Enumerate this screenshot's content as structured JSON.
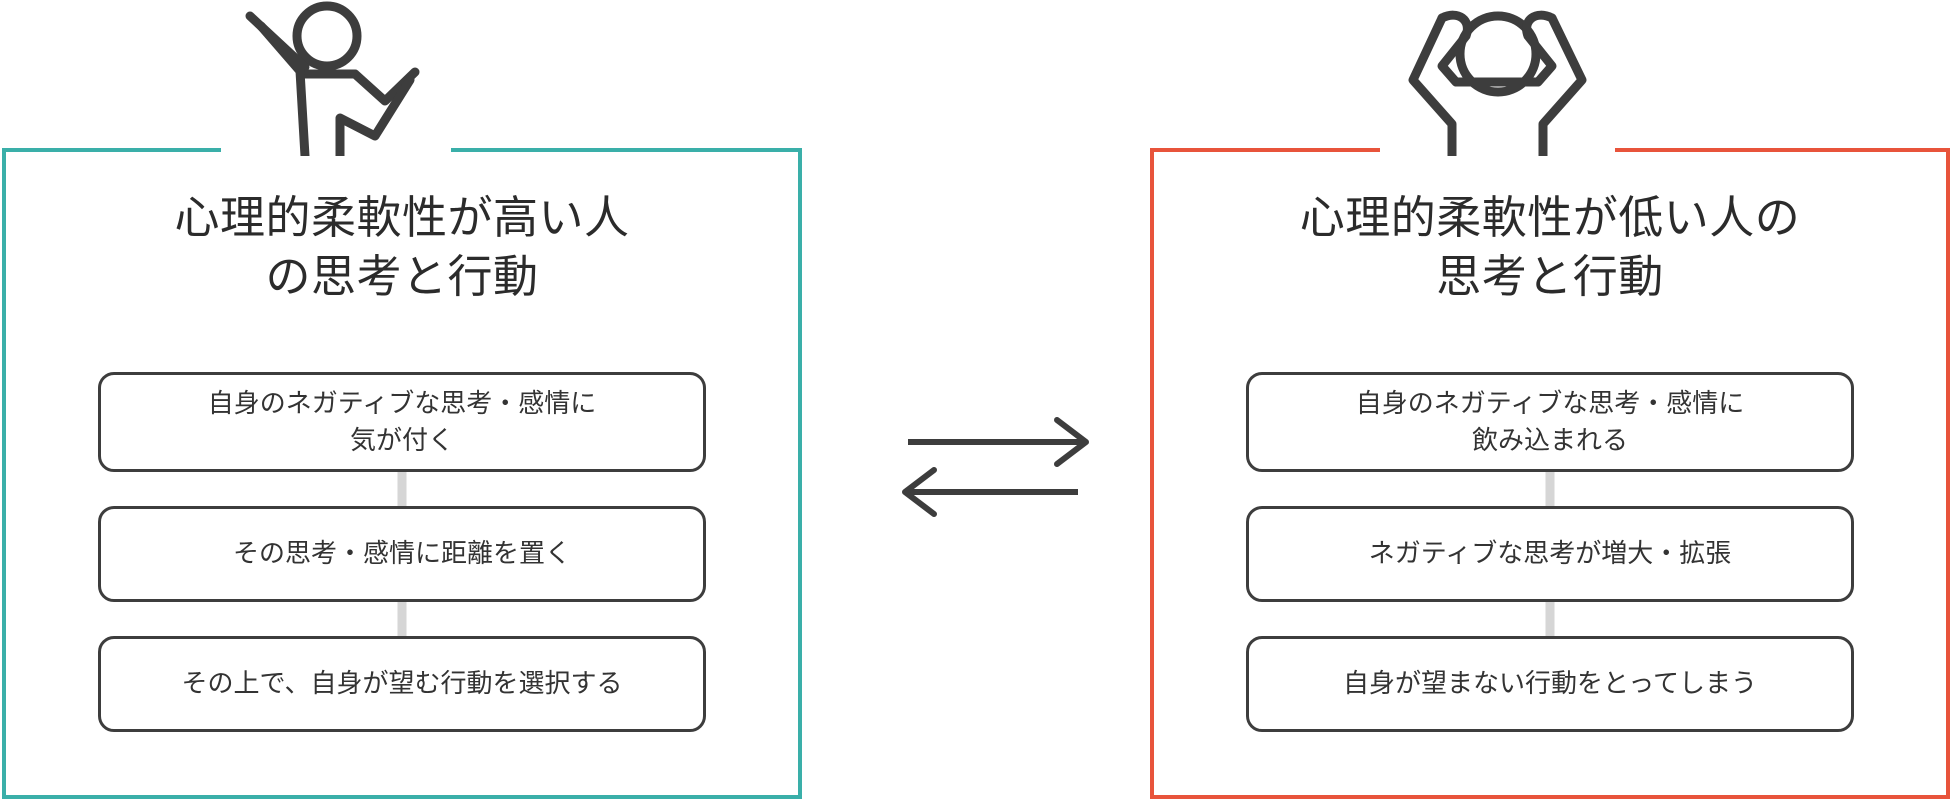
{
  "colors": {
    "accent_left": "#3aafa9",
    "accent_right": "#e8543b",
    "box_border": "#3d3d3d",
    "connector": "#d6d6d6",
    "icon_stroke": "#3d3d3d",
    "text": "#333333",
    "background": "#ffffff"
  },
  "left_panel": {
    "accent_color": "#3aafa9",
    "icon_name": "person-arms-raised-icon",
    "title_line1": "心理的柔軟性が高い人",
    "title_line2": "の思考と行動",
    "steps": [
      {
        "line1": "自身のネガティブな思考・感情に",
        "line2": "気が付く"
      },
      {
        "line1": "その思考・感情に距離を置く",
        "line2": ""
      },
      {
        "line1": "その上で、自身が望む行動を選択する",
        "line2": ""
      }
    ]
  },
  "right_panel": {
    "accent_color": "#e8543b",
    "icon_name": "person-head-in-hands-icon",
    "title_line1": "心理的柔軟性が低い人の",
    "title_line2": "思考と行動",
    "steps": [
      {
        "line1": "自身のネガティブな思考・感情に",
        "line2": "飲み込まれる"
      },
      {
        "line1": "ネガティブな思考が増大・拡張",
        "line2": ""
      },
      {
        "line1": "自身が望まない行動をとってしまう",
        "line2": ""
      }
    ]
  },
  "center": {
    "arrow_top_name": "arrow-right",
    "arrow_bottom_name": "arrow-left"
  }
}
